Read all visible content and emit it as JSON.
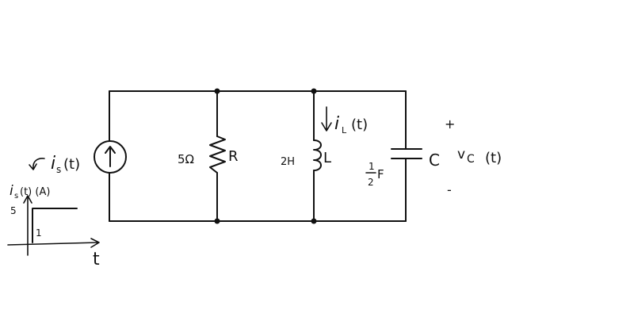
{
  "source": {
    "label_main": "i",
    "label_sub": "s",
    "label_arg": "(t)"
  },
  "resistor": {
    "value": "5Ω",
    "name": "R"
  },
  "inductor": {
    "value": "2H",
    "name": "L",
    "current_main": "i",
    "current_sub": "L",
    "current_arg": "(t)"
  },
  "capacitor": {
    "value_num": "1",
    "value_den": "2",
    "value_unit": "F",
    "name": "C"
  },
  "voltage": {
    "plus": "+",
    "minus": "-",
    "label": "v",
    "sub": "C",
    "arg": "(t)"
  },
  "graph": {
    "ylabel_main": "i",
    "ylabel_sub": "s",
    "ylabel_arg": "(t) (A)",
    "y_tick": "5",
    "x_tick": "1",
    "xlabel": "t"
  }
}
